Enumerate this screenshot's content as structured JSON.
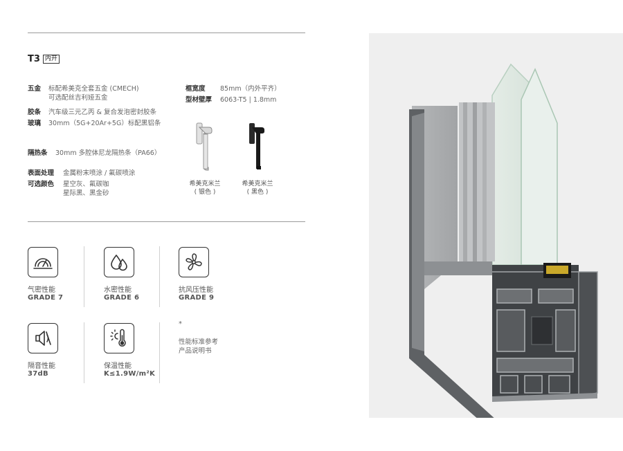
{
  "product": {
    "model": "T3",
    "opening": "内开"
  },
  "specs": {
    "hardware_label": "五金",
    "hardware_value": "标配希美克全套五金 (CMECH)",
    "hardware_value2": "可选配丝吉利娅五金",
    "frame_width_label": "框宽度",
    "frame_width_value": "85mm（内外平齐）",
    "wall_label": "型材壁厚",
    "wall_value": "6063-T5 | 1.8mm",
    "seal_label": "胶条",
    "seal_value": "汽车级三元乙丙 & 复合发泡密封胶条",
    "glass_label": "玻璃",
    "glass_value": "30mm（5G+20Ar+5G）标配黑铝条",
    "thermal_label": "隔热条",
    "thermal_value": "30mm 多腔体尼龙隔热条（PA66）",
    "surface_label": "表面处理",
    "surface_value": "金属粉末喷涂 / 氟碳喷涂",
    "color_label": "可选颜色",
    "color_value": "星空灰、氟碳咖",
    "color_value2": "星际黑、黑金砂"
  },
  "handles": [
    {
      "name": "希美克米兰",
      "color": "( 银色 )",
      "finish": "#d9d9d9"
    },
    {
      "name": "希美克米兰",
      "color": "( 黑色 )",
      "finish": "#1a1a1a"
    }
  ],
  "performance": [
    {
      "icon": "gauge-icon",
      "name": "气密性能",
      "grade": "GRADE 7"
    },
    {
      "icon": "water-drops-icon",
      "name": "水密性能",
      "grade": "GRADE 6"
    },
    {
      "icon": "fan-icon",
      "name": "抗风压性能",
      "grade": "GRADE 9"
    },
    {
      "icon": "speaker-mute-icon",
      "name": "隔音性能",
      "grade": "37dB"
    },
    {
      "icon": "thermometer-sun-icon",
      "name": "保温性能",
      "grade": "K≤1.9W/m²K"
    }
  ],
  "note": {
    "star": "*",
    "line1": "性能标准参考",
    "line2": "产品说明书"
  },
  "colors": {
    "text": "#444444",
    "rule": "#9a9a9a",
    "icon": "#333333",
    "photo_bg": "#efefef"
  }
}
